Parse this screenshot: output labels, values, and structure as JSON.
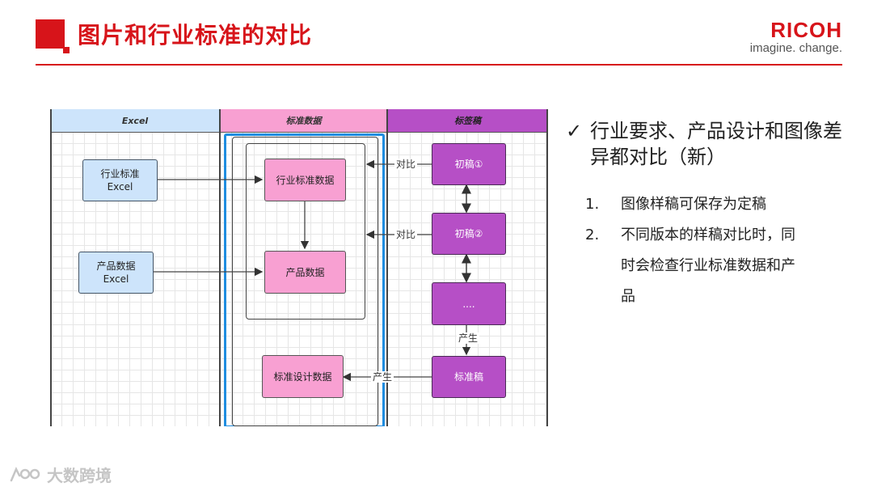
{
  "slide": {
    "title": "图片和行业标准的对比",
    "brand": {
      "name": "RICOH",
      "tagline": "imagine. change.",
      "color": "#d7141a"
    }
  },
  "diagram": {
    "lanes": [
      {
        "id": "excel",
        "label": "Excel",
        "color": "#cde4fb"
      },
      {
        "id": "std",
        "label": "标准数据",
        "color": "#f8a0d2"
      },
      {
        "id": "tags",
        "label": "标签稿",
        "color": "#b64fc6"
      }
    ],
    "nodes": {
      "industry_excel": "行业标准\nExcel",
      "product_excel": "产品数据\nExcel",
      "industry_data": "行业标准数据",
      "product_data": "产品数据",
      "design_data": "标准设计数据",
      "draft1": "初稿①",
      "draft2": "初稿②",
      "draft_more": "....",
      "final_label": "标准稿"
    },
    "edge_labels": {
      "compare1": "对比",
      "compare2": "对比",
      "produce1": "产生",
      "produce2": "产生"
    },
    "highlight_color": "#1f8de0"
  },
  "bullets": {
    "main": "行业要求、产品设计和图像差异都对比（新）",
    "items": [
      {
        "num": "1.",
        "text": "图像样稿可保存为定稿"
      },
      {
        "num": "2.",
        "text": "不同版本的样稿对比时，同时会检查行业标准数据和产品"
      }
    ]
  },
  "watermark": {
    "text": "大数跨境"
  }
}
